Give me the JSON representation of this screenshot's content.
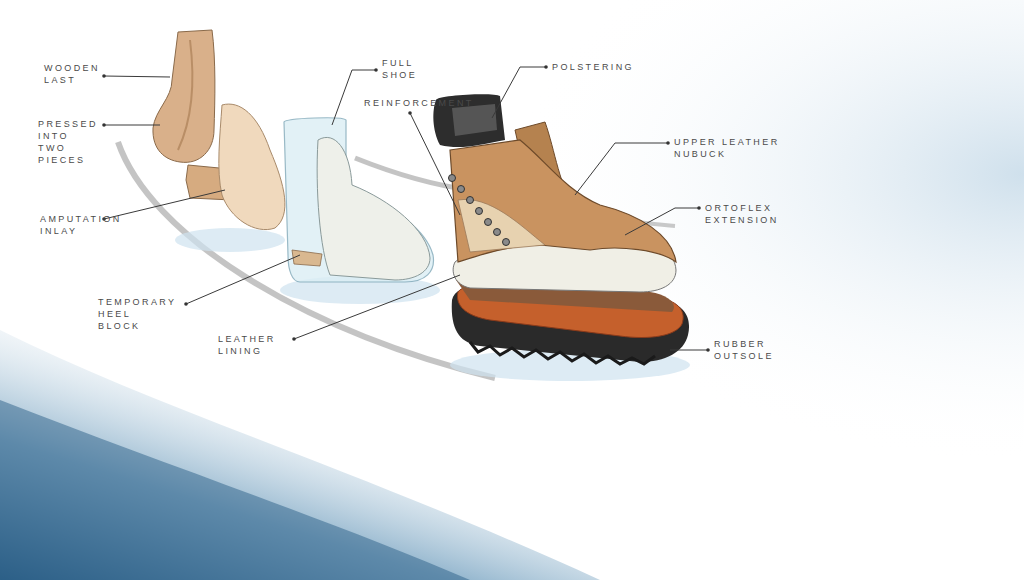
{
  "diagram": {
    "labels": [
      "WOODEN LAST",
      "PRESSED INTO TWO PIECES",
      "AMPUTATION INLAY",
      "TEMPORARY HEEL BLOCK",
      "LEATHER LINING",
      "FULL SHOE",
      "REINFORCEMENT",
      "POLSTERING",
      "UPPER LEATHER NUBUCK",
      "ORTOFLEX EXTENSION",
      "RUBBER OUTSOLE"
    ]
  }
}
